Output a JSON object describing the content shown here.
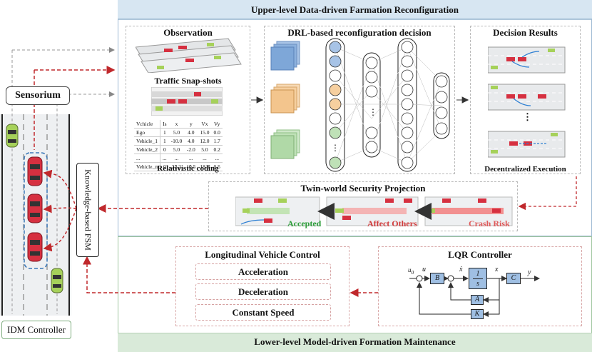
{
  "top": {
    "title": "Upper-level Data-driven Farmation Reconfiguration",
    "observation": {
      "title": "Observation",
      "snapshots_label": "Traffic Snap-shots",
      "coding_label": "Relativistic coding",
      "table": {
        "headers": [
          "Vchicle",
          "Is",
          "x",
          "y",
          "Vx",
          "Vy"
        ],
        "rows": [
          [
            "Ego",
            "1",
            "5.0",
            "4.0",
            "15.0",
            "0.0"
          ],
          [
            "Vehicle_1",
            "1",
            "-10.0",
            "4.0",
            "12.0",
            "1.7"
          ],
          [
            "Vehicle_2",
            "0",
            "5.0",
            "-2.0",
            "5.0",
            "0.2"
          ],
          [
            "...",
            "...",
            "...",
            "...",
            "...",
            "..."
          ],
          [
            "Vehicle_n",
            "0",
            "22.2",
            "10.5",
            "18.0",
            "0.5"
          ]
        ]
      }
    },
    "drl": {
      "title": "DRL-based reconfiguration decision",
      "ellipsis": "⋮"
    },
    "decision": {
      "title": "Decision Results",
      "ellipsis": "⋮",
      "execution_label": "Decentralized Execution"
    },
    "twin": {
      "title": "Twin-world Security Projection",
      "accepted": "Accepted",
      "affect": "Affect Others",
      "crash": "Crash Risk"
    }
  },
  "left": {
    "sensorium": "Sensorium",
    "fsm": "Knowledge-based FSM",
    "idm": "IDM Controller"
  },
  "bottom": {
    "title": "Lower-level Model-driven Formation Maintenance",
    "longitudinal": {
      "title": "Longitudinal Vehicle Control",
      "items": [
        "Acceleration",
        "Deceleration",
        "Constant Speed"
      ]
    },
    "lqr": {
      "title": "LQR Controller",
      "blocks": {
        "B": "B",
        "integrator_num": "1",
        "integrator_den": "s",
        "C": "C",
        "A": "A",
        "K": "K"
      },
      "signals": {
        "u0": "u",
        "u0_sub": "0",
        "u": "u",
        "xdot": "ẋ",
        "x": "x",
        "y": "y"
      }
    }
  },
  "colors": {
    "top_band": "#d7e6f2",
    "bottom_band": "#d9ead9",
    "feedback_red": "#c0282c",
    "vehicle_red": "#d63040",
    "vehicle_green": "#a6d15a"
  }
}
